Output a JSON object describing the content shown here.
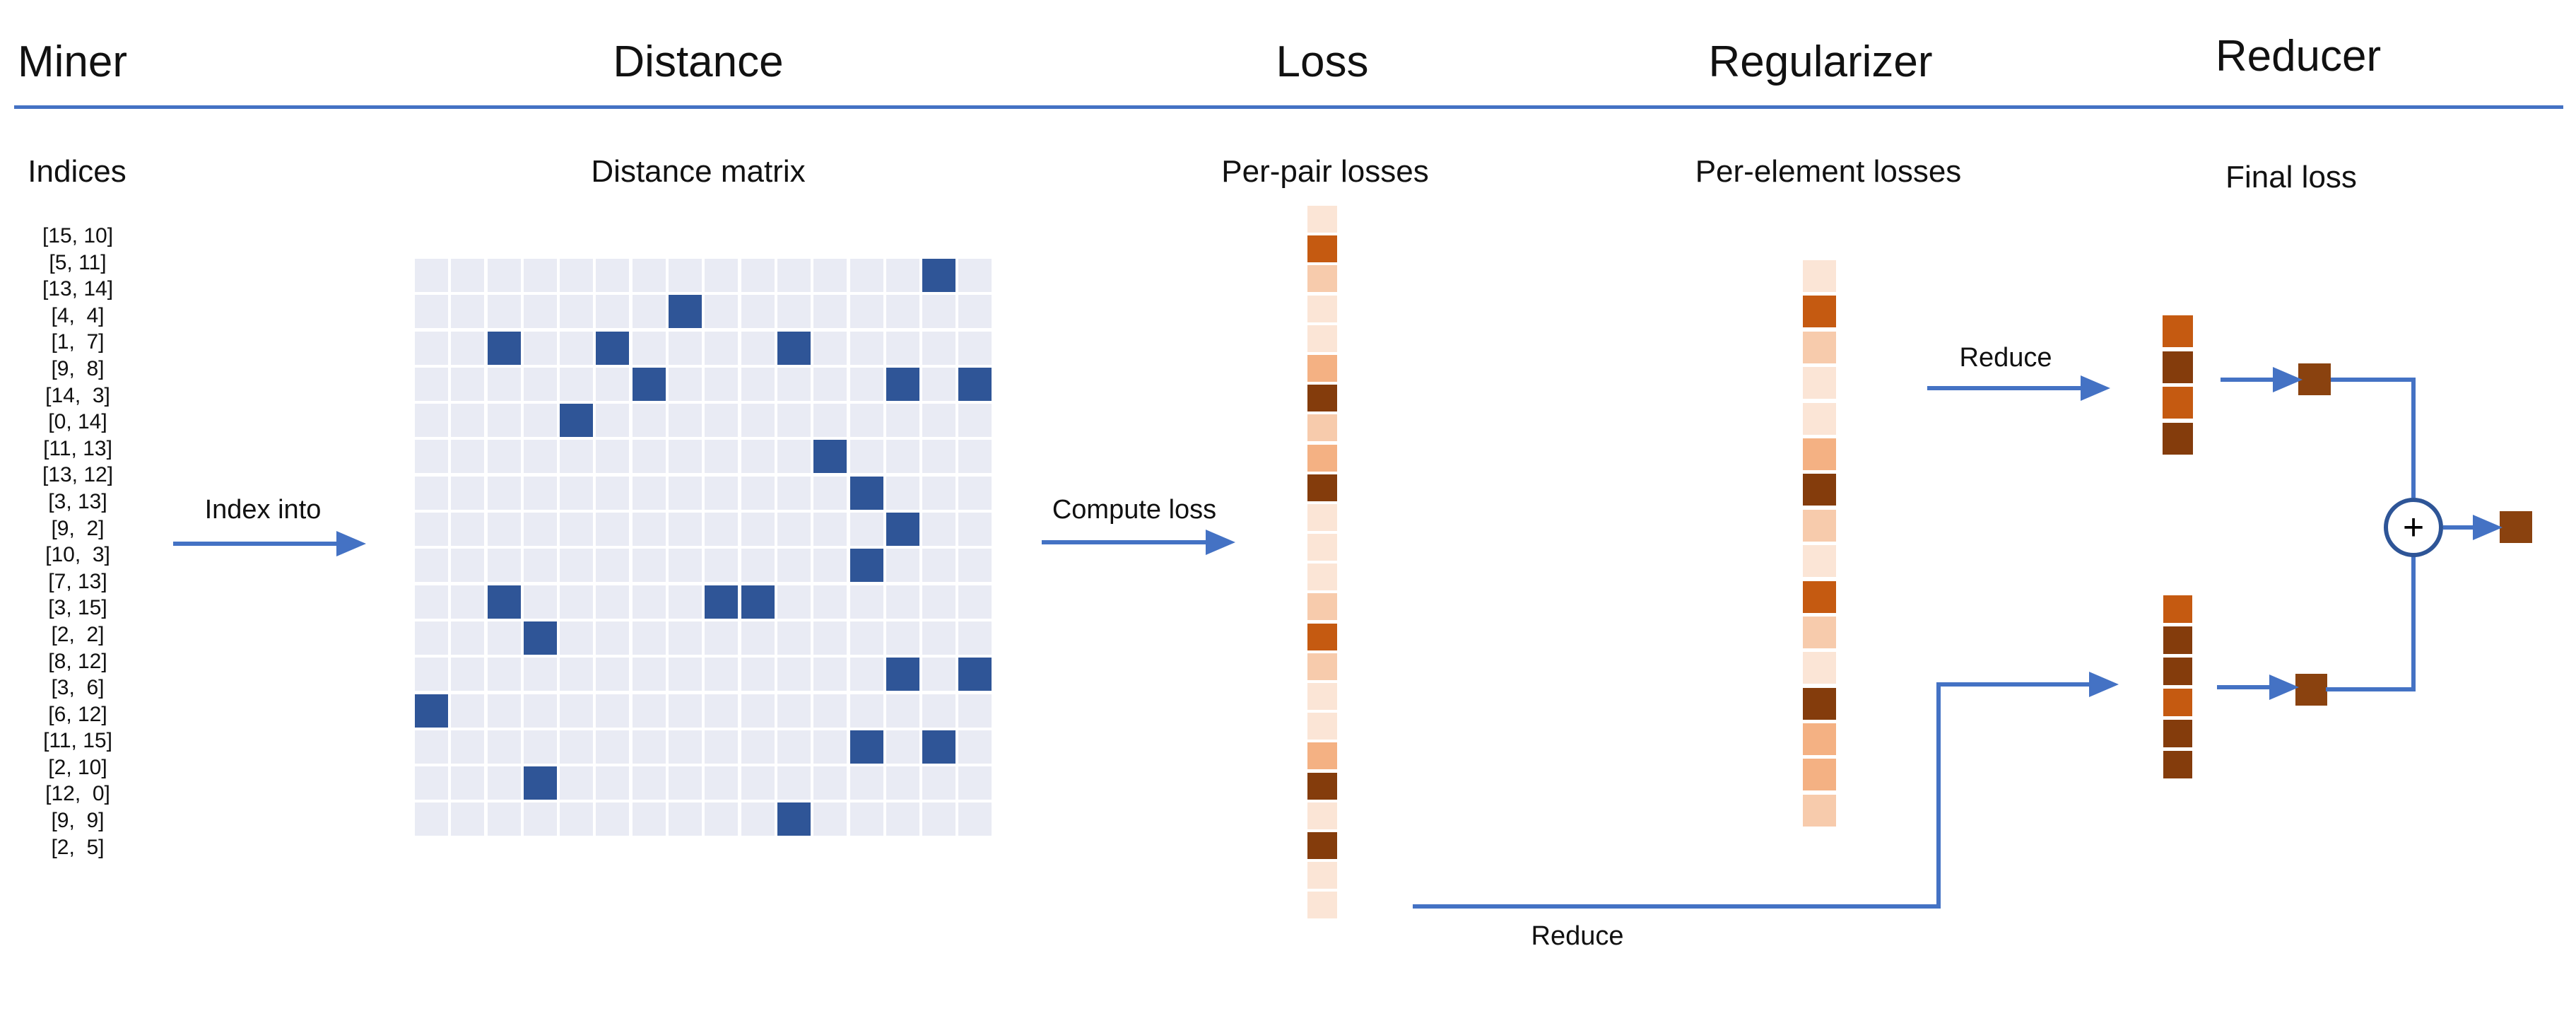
{
  "palette": {
    "arrow_blue": "#4472C4",
    "circle_stroke_blue": "#2E5597",
    "matrix_dark": "#2F5597",
    "matrix_light": "#E9EBF4",
    "orange_shades": [
      "#FBE5D6",
      "#F7CBAC",
      "#F4B183",
      "#C55A11",
      "#843C0C"
    ],
    "single_square_brown": "#8A420F"
  },
  "headers": {
    "miner": "Miner",
    "distance": "Distance",
    "loss": "Loss",
    "regularizer": "Regularizer",
    "reducer": "Reducer"
  },
  "subtitles": {
    "indices": "Indices",
    "distance_matrix": "Distance matrix",
    "per_pair": "Per-pair losses",
    "per_element": "Per-element losses",
    "final_loss": "Final loss"
  },
  "labels": {
    "index_into": "Index into",
    "compute_loss": "Compute loss",
    "reduce_top": "Reduce",
    "reduce_bottom": "Reduce",
    "plus": "+"
  },
  "miner": {
    "indices": [
      "[15, 10]",
      "[5, 11]",
      "[13, 14]",
      "[4,  4]",
      "[1,  7]",
      "[9,  8]",
      "[14,  3]",
      "[0, 14]",
      "[11, 13]",
      "[13, 12]",
      "[3, 13]",
      "[9,  2]",
      "[10,  3]",
      "[7, 13]",
      "[3, 15]",
      "[2,  2]",
      "[8, 12]",
      "[3,  6]",
      "[6, 12]",
      "[11, 15]",
      "[2, 10]",
      "[12,  0]",
      "[9,  9]",
      "[2,  5]"
    ]
  },
  "distance": {
    "grid_size": 16,
    "dark_cells": [
      [
        0,
        14
      ],
      [
        1,
        7
      ],
      [
        2,
        2
      ],
      [
        2,
        5
      ],
      [
        2,
        10
      ],
      [
        3,
        6
      ],
      [
        3,
        13
      ],
      [
        3,
        15
      ],
      [
        4,
        4
      ],
      [
        5,
        11
      ],
      [
        6,
        12
      ],
      [
        7,
        13
      ],
      [
        8,
        12
      ],
      [
        9,
        2
      ],
      [
        9,
        8
      ],
      [
        9,
        9
      ],
      [
        10,
        3
      ],
      [
        11,
        13
      ],
      [
        11,
        15
      ],
      [
        12,
        0
      ],
      [
        13,
        12
      ],
      [
        13,
        14
      ],
      [
        14,
        3
      ],
      [
        15,
        10
      ]
    ]
  },
  "loss": {
    "per_pair_shades": [
      0,
      3,
      1,
      0,
      0,
      2,
      4,
      1,
      2,
      4,
      0,
      0,
      0,
      1,
      3,
      1,
      0,
      0,
      2,
      4,
      0,
      4,
      0,
      0
    ]
  },
  "regularizer": {
    "per_element_shades": [
      0,
      3,
      1,
      0,
      0,
      2,
      4,
      1,
      0,
      3,
      1,
      0,
      4,
      2,
      2,
      1
    ]
  },
  "reducer": {
    "top_column_shades": [
      3,
      4,
      3,
      4
    ],
    "bottom_column_shades": [
      3,
      4,
      4,
      3,
      4,
      4
    ]
  }
}
